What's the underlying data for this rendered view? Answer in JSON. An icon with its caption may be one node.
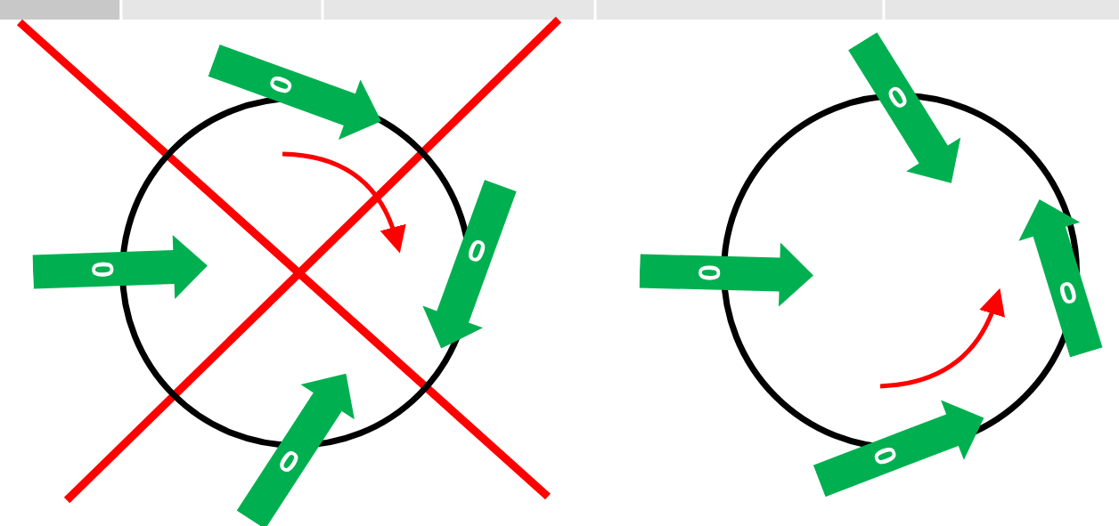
{
  "diagram": {
    "nodes": [
      {
        "text": [],
        "shape": "circle"
      },
      {
        "text": [
          "0"
        ]
      },
      {
        "text": [
          "0"
        ]
      },
      {
        "text": [
          "0"
        ]
      },
      {
        "text": [
          "0"
        ]
      },
      {
        "text": [],
        "shape": "circle"
      },
      {
        "text": [
          "0"
        ]
      },
      {
        "text": [
          "0"
        ]
      },
      {
        "text": [
          "0"
        ]
      },
      {
        "text": [
          "0"
        ]
      }
    ]
  }
}
